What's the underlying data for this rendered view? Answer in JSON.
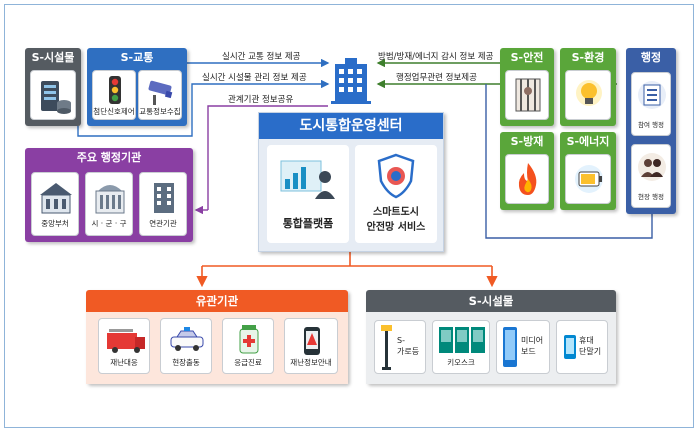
{
  "left_top": {
    "s_facility_title": "S-시설물",
    "traffic_title": "S-교통",
    "traffic_items": [
      {
        "label": "첨단신호제어",
        "icon": "traffic-light-icon"
      },
      {
        "label": "교통정보수집",
        "icon": "cctv-camera-icon"
      }
    ]
  },
  "admin": {
    "title": "주요 행정기관",
    "items": [
      {
        "label": "중앙부처",
        "icon": "government-building-icon"
      },
      {
        "label": "시 · 군 · 구",
        "icon": "city-hall-icon"
      },
      {
        "label": "연관기관",
        "icon": "office-building-icon"
      }
    ]
  },
  "flow_labels": {
    "left_1": "실시간 교통 정보 제공",
    "left_2": "실시간 시설물 관리 정보 제공",
    "left_3": "관계기관 정보공유",
    "right_1": "방범/방재/에너지  감시 정보 제공",
    "right_2": "행정업무관련 정보제공"
  },
  "center": {
    "title": "도시통합운영센터",
    "platform_label": "통합플랫폼",
    "safety_label_1": "스마트도시",
    "safety_label_2": "안전망 서비스"
  },
  "right_top": {
    "tiles": [
      {
        "title": "S-안전",
        "icon": "jail-bars-icon"
      },
      {
        "title": "S-환경",
        "icon": "lightbulb-icon"
      },
      {
        "title": "S-방재",
        "icon": "fire-icon"
      },
      {
        "title": "S-에너지",
        "icon": "battery-icon"
      }
    ],
    "admin_title": "행정",
    "admin_items": [
      {
        "label": "참여 행정",
        "icon": "checklist-icon"
      },
      {
        "label": "현장 행정",
        "icon": "officials-icon"
      }
    ]
  },
  "bottom": {
    "related_title": "유관기관",
    "related_items": [
      {
        "label": "재난대응",
        "icon": "fire-truck-icon"
      },
      {
        "label": "현장출동",
        "icon": "police-car-icon"
      },
      {
        "label": "응급진료",
        "icon": "medicine-icon"
      },
      {
        "label": "재난정보안내",
        "icon": "alert-phone-icon"
      }
    ],
    "facility_title": "S-시설물",
    "facility_items": [
      {
        "label": "S-\n가로등",
        "icon": "streetlight-icon"
      },
      {
        "label": "키오스크",
        "icon": "kiosk-icon"
      },
      {
        "label": "미디어\n보드",
        "icon": "media-board-icon"
      },
      {
        "label": "휴대\n단말기",
        "icon": "mobile-device-icon"
      }
    ]
  },
  "colors": {
    "blue": "#2f6fc1",
    "dark_gray": "#555b61",
    "purple": "#8a3fa3",
    "green": "#5aa63a",
    "navy": "#3a5fa6",
    "orange": "#f05a24",
    "center_blue": "#2a6dc9"
  }
}
